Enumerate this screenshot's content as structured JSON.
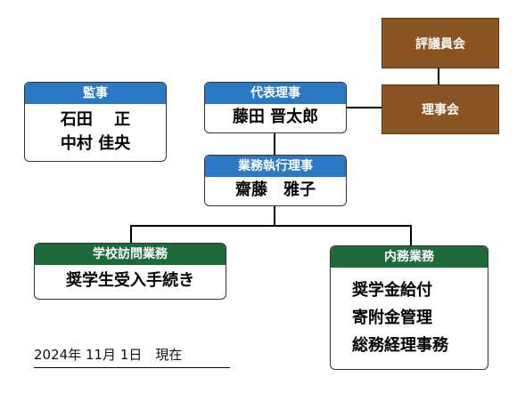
{
  "council": {
    "label": "評議員会"
  },
  "board": {
    "label": "理事会"
  },
  "auditor": {
    "title": "監事",
    "names": [
      "石田　 正",
      "中村 佳央"
    ]
  },
  "representative": {
    "title": "代表理事",
    "name": "藤田 晋太郎"
  },
  "executive": {
    "title": "業務執行理事",
    "name": "齋藤　雅子"
  },
  "school_visits": {
    "title": "学校訪問業務",
    "tasks": [
      "奨学生受入手続き"
    ]
  },
  "internal": {
    "title": "内務業務",
    "tasks": [
      "奨学金給付",
      "寄附金管理",
      "総務経理事務"
    ]
  },
  "date_note": "2024年 11月 1日　現在",
  "colors": {
    "blue": "#2b78c4",
    "green": "#1e6b3a",
    "brown": "#8b5523"
  }
}
